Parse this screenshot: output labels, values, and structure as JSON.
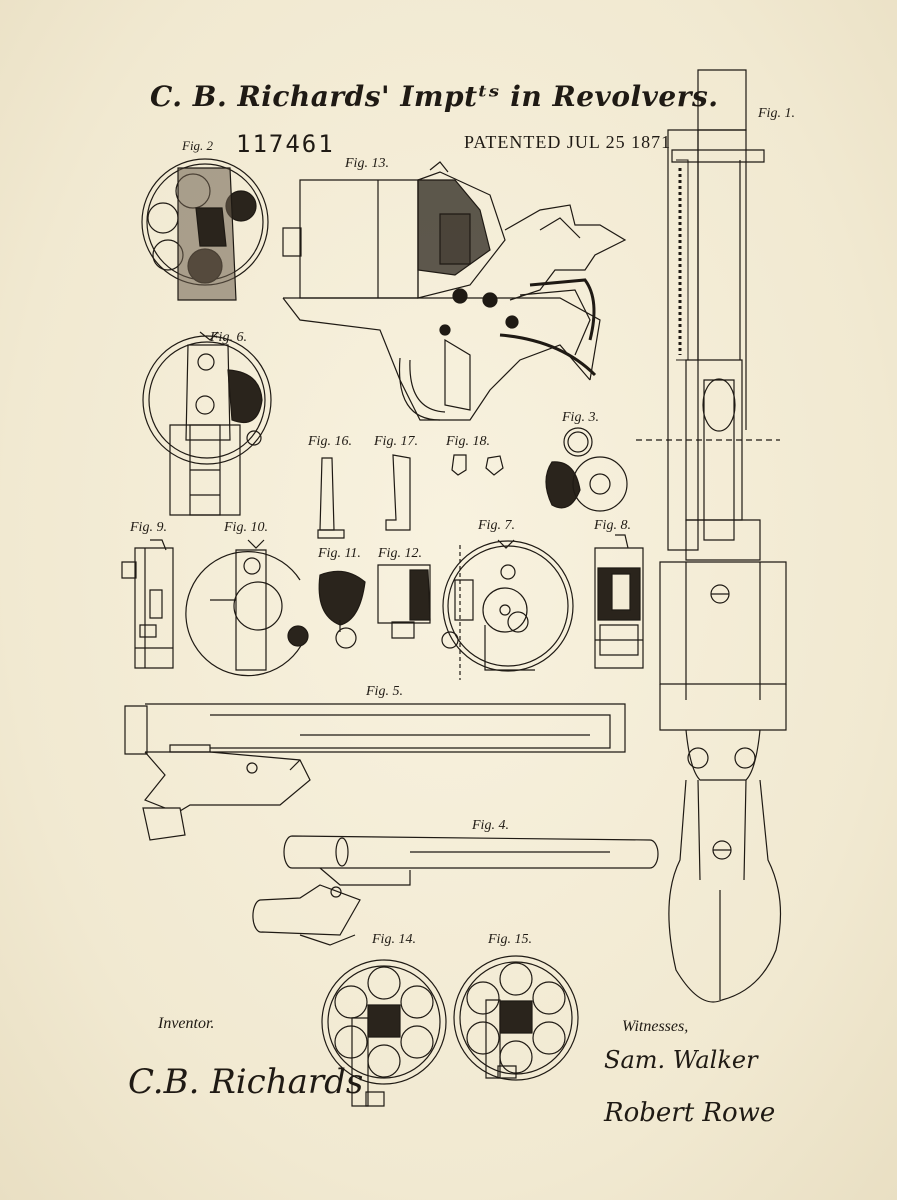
{
  "header": {
    "title": "C. B. Richards' Imptᵗˢ in Revolvers.",
    "fig2_label": "Fig. 2",
    "patent_number": "117461",
    "patented_date": "PATENTED JUL 25 1871"
  },
  "figures": {
    "fig1": "Fig. 1.",
    "fig3": "Fig. 3.",
    "fig4": "Fig. 4.",
    "fig5": "Fig. 5.",
    "fig6": "Fig. 6.",
    "fig7": "Fig. 7.",
    "fig8": "Fig. 8.",
    "fig9": "Fig. 9.",
    "fig10": "Fig. 10.",
    "fig11": "Fig. 11.",
    "fig12": "Fig. 12.",
    "fig13": "Fig. 13.",
    "fig14": "Fig. 14.",
    "fig15": "Fig. 15.",
    "fig16": "Fig. 16.",
    "fig17": "Fig. 17.",
    "fig18": "Fig. 18."
  },
  "footer": {
    "inventor_label": "Inventor.",
    "inventor_signature": "C.B. Richards",
    "witnesses_label": "Witnesses,",
    "witness_1": "Sam. Walker",
    "witness_2": "Robert Rowe"
  },
  "colors": {
    "paper": "#f3ecd6",
    "ink": "#1f1a14"
  }
}
